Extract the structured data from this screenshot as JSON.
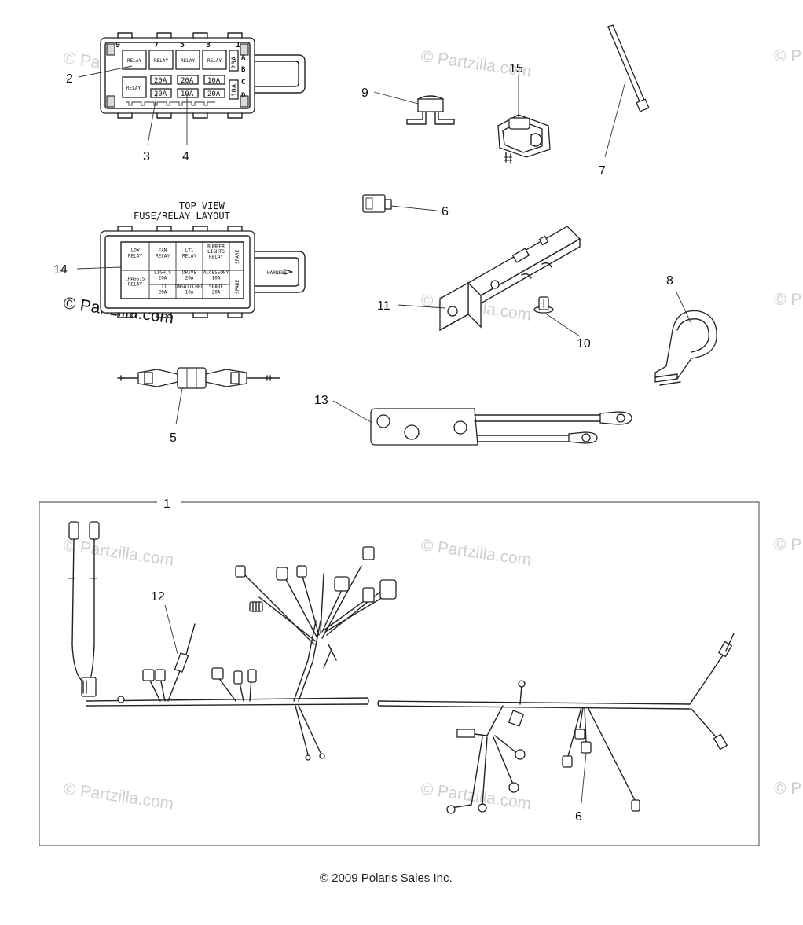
{
  "callouts": {
    "c1": "1",
    "c2": "2",
    "c3": "3",
    "c4": "4",
    "c5": "5",
    "c6a": "6",
    "c6b": "6",
    "c7": "7",
    "c8": "8",
    "c9": "9",
    "c10": "10",
    "c11": "11",
    "c12": "12",
    "c13": "13",
    "c14": "14",
    "c15": "15"
  },
  "fuse_box_top": {
    "top_numbers": [
      "9",
      "7",
      "5",
      "3",
      "1"
    ],
    "row_letters": [
      "A",
      "B",
      "C",
      "D"
    ],
    "relays": [
      "RELAY",
      "RELAY",
      "RELAY",
      "RELAY"
    ],
    "left_relay_lower": "RELAY",
    "fuses_row1": [
      "20A",
      "20A",
      "10A"
    ],
    "fuses_row2": [
      "20A",
      "10A",
      "20A"
    ],
    "side_fuse_a": "20A",
    "side_fuse_b": "10A"
  },
  "fuse_layout": {
    "title_line1": "TOP VIEW",
    "title_line2": "FUSE/RELAY LAYOUT",
    "cells_row1": [
      "LOW\nRELAY",
      "FAN\nRELAY",
      "LT1\nRELAY",
      "BUMPER\nLIGHTS\nRELAY"
    ],
    "cells_row2": [
      "CHASSIS\nRELAY",
      "LIGHTS\n20A",
      "DRIVE\n20A",
      "ACCESSORY\n10A"
    ],
    "cells_row3": [
      "",
      "LT1\n20A",
      "UNSWITCHED\n10A",
      "SPARE\n20A"
    ],
    "spare_col": [
      "SPARE",
      "SPARE"
    ],
    "handle_label": "HARNESS"
  },
  "watermarks": {
    "main": "© Partzilla.com",
    "partial": "© P"
  },
  "copyright": "© 2009 Polaris Sales Inc."
}
